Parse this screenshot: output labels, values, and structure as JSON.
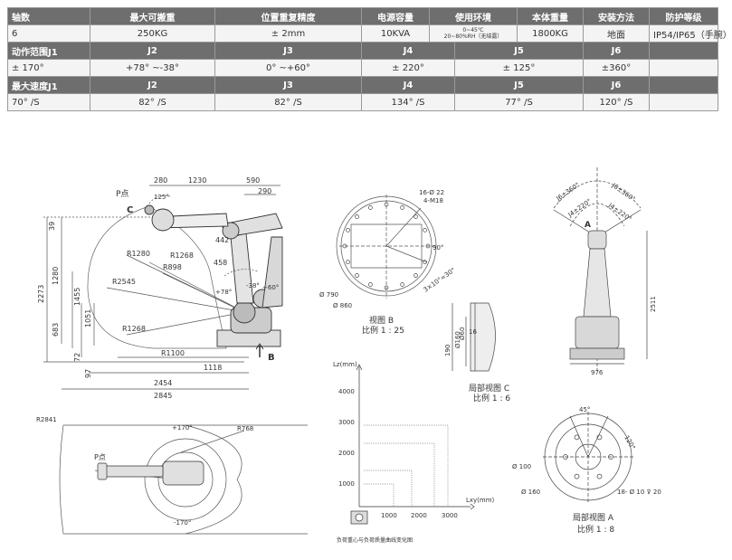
{
  "spec": {
    "header": [
      "轴数",
      "最大可搬重",
      "位置重复精度",
      "电源容量",
      "使用环境",
      "本体重量",
      "安装方法",
      "防护等级"
    ],
    "values": [
      "6",
      "250KG",
      "± 2mm",
      "10KVA",
      "0~45℃",
      "1800KG",
      "地面",
      "IP54/IP65（手腕）"
    ],
    "env_sub": "20~80%RH（无结露）",
    "motion": {
      "label": "动作范围J1",
      "heads": [
        "J2",
        "J3",
        "J4",
        "J5",
        "J6"
      ],
      "values": [
        "± 170°",
        "+78° ~-38°",
        "0° ~+60°",
        "± 220°",
        "± 125°",
        "±360°"
      ]
    },
    "speed": {
      "label": "最大速度J1",
      "heads": [
        "J2",
        "J3",
        "J4",
        "J5",
        "J6"
      ],
      "values": [
        "70° /S",
        "82° /S",
        "82° /S",
        "134° /S",
        "77° /S",
        "120° /S"
      ]
    }
  },
  "side": {
    "p_point": "P点",
    "c": "C",
    "b": "B",
    "top_dims": [
      "280",
      "1230",
      "590",
      "290"
    ],
    "d125": "125°",
    "d442": "442",
    "d458": "458",
    "r1280": "R1280",
    "r1268a": "R1268",
    "r898": "R898",
    "r2545": "R2545",
    "r1268b": "R1268",
    "r1100": "R1100",
    "d1118": "1118",
    "d2454": "2454",
    "d2845": "2845",
    "left_dims": [
      "39",
      "1280",
      "2273",
      "1455",
      "683",
      "1051",
      "72",
      "97"
    ],
    "a78": "+78°",
    "a38": "-38°",
    "a60": "+60°"
  },
  "viewB": {
    "title": "视图 B",
    "scale": "比例 1 : 25",
    "holes1": "16-Ø 22",
    "holes2": "4-M18",
    "d790": "Ø 790",
    "d860": "Ø 860",
    "a90": "90°",
    "a3x10": "3×10°=30°"
  },
  "viewC": {
    "title": "局部视图 C",
    "scale": "比例 1 : 6",
    "d160": "Ø160",
    "d60": "Ø60",
    "d16": "16",
    "d190": "190"
  },
  "front": {
    "a": "A",
    "j6": "J6±360°",
    "j4": "J4±220°",
    "d2511": "2511",
    "d976": "976"
  },
  "viewA": {
    "title": "局部视图 A",
    "scale": "比例 1 : 8",
    "a45": "45°",
    "a120": "120°",
    "d100": "Ø 100",
    "d160": "Ø 160",
    "holes": "18- Ø 10 ⊽ 20"
  },
  "top_view": {
    "r2841": "R2841",
    "p170": "+170°",
    "m170": "-170°",
    "r768": "R768",
    "p_point": "P点"
  },
  "load_chart": {
    "ylabel": "Lz(mm)",
    "xlabel": "Lxy(mm)",
    "caption": "负荷重心与负荷质量曲线变化图",
    "yticks": [
      "1000",
      "2000",
      "3000",
      "4000"
    ],
    "xticks": [
      "1000",
      "2000",
      "3000"
    ]
  }
}
